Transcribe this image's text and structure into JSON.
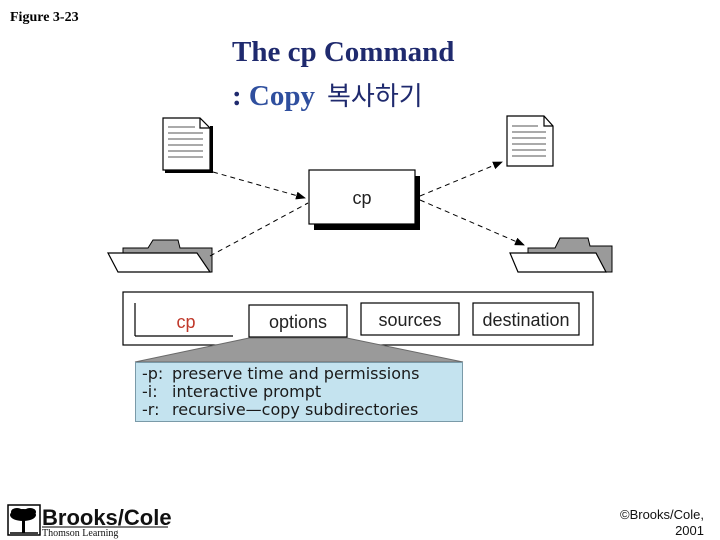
{
  "figure_label": "Figure 3-23",
  "title": {
    "line1": "The cp Command",
    "line2_prefix": ": ",
    "line2_word": "Copy",
    "line2_korean": "복사하기"
  },
  "diagram": {
    "center_label": "cp",
    "command_line": {
      "cp": "cp",
      "options": "options",
      "sources": "sources",
      "destination": "destination"
    }
  },
  "options_list": [
    {
      "flag": "-p:",
      "desc": "preserve time and permissions"
    },
    {
      "flag": "-i:",
      "desc": "interactive prompt"
    },
    {
      "flag": "-r:",
      "desc": "recursive—copy subdirectories"
    }
  ],
  "publisher": {
    "name": "Brooks/Cole",
    "sub": "Thomson Learning"
  },
  "copyright": {
    "line1": "©Brooks/Cole,",
    "line2": "2001"
  },
  "colors": {
    "title": "#1f2a6e",
    "cp_red": "#c0392b",
    "options_bg": "#c4e3ef"
  }
}
